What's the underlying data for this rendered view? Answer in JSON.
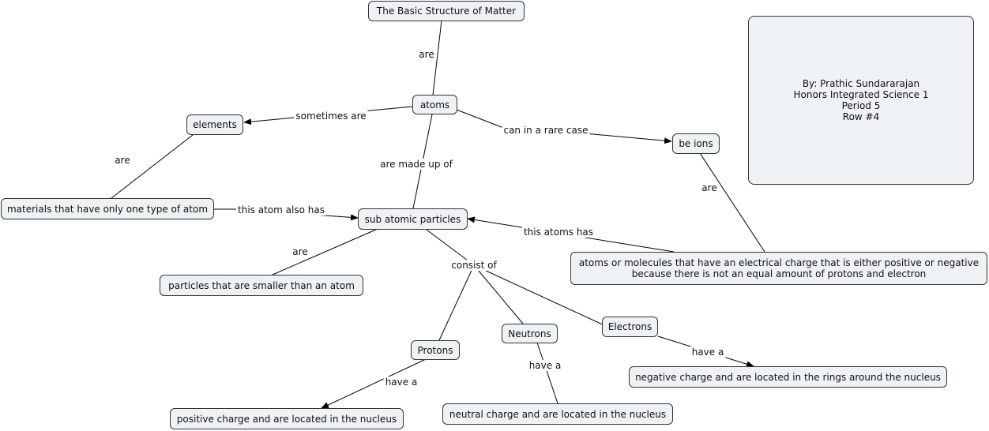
{
  "nodes": {
    "title": "The Basic Structure of Matter",
    "atoms": "atoms",
    "elements": "elements",
    "be_ions": "be ions",
    "materials": "materials that have only one type of atom",
    "subatomic": "sub atomic particles",
    "particles_small": "particles  that are smaller than an atom",
    "ions_def": "atoms or  molecules that have an electrical charge that is either positive or negative because there is not an equal amount of protons and electron",
    "protons": "Protons",
    "neutrons": "Neutrons",
    "electrons": "Electrons",
    "proton_desc": "positive charge and are located in the nucleus",
    "neutron_desc": "neutral charge and are located in the nucleus",
    "electron_desc": "negative charge and are located in the rings around the nucleus"
  },
  "links": {
    "title_atoms": "are",
    "atoms_elements": "sometimes are",
    "atoms_ions": "can in a rare case",
    "atoms_sub": "are made up of",
    "elements_materials": "are",
    "materials_sub": "this atom also has",
    "ions_def": "are",
    "def_sub": "this atoms has",
    "sub_particles": "are",
    "consist": "consist of",
    "protons_desc": "have a",
    "neutrons_desc": "have a",
    "electrons_desc": "have a"
  },
  "author": {
    "line1": "By: Prathic Sundararajan",
    "line2": "Honors Integrated Science 1",
    "line3": "Period 5",
    "line4": "Row #4"
  }
}
